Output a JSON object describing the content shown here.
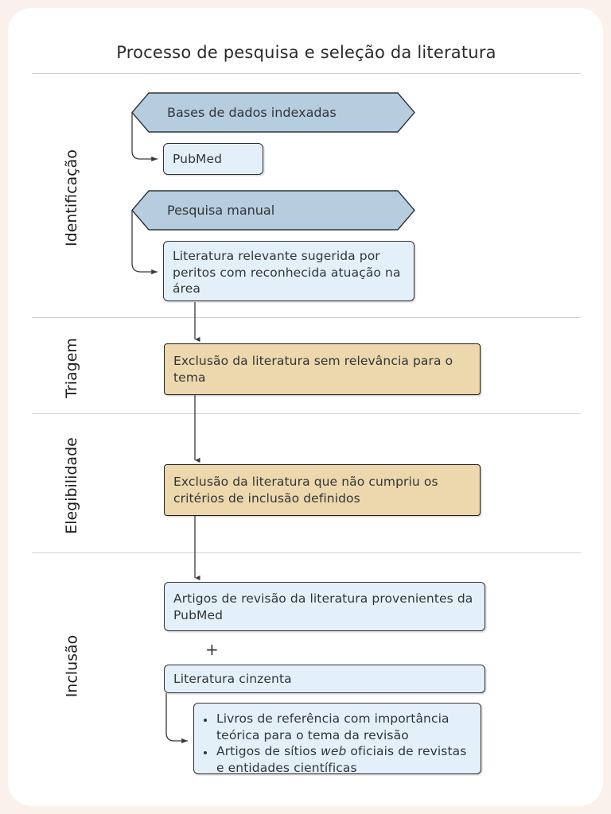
{
  "figure": {
    "title": "Processo de pesquisa e seleção da literatura",
    "plus_symbol": "+"
  },
  "colors": {
    "page_background": "#fbf1ec",
    "card_background": "#ffffff",
    "hexagon_fill": "#b6cddf",
    "blue_box_fill": "#e3f0fa",
    "tan_box_fill": "#ecd8ac",
    "border": "#2f3337",
    "divider": "#d2d2d2",
    "text": "#31353a"
  },
  "stages": [
    {
      "id": "identificacao",
      "label": "Identificação",
      "nodes": [
        {
          "id": "bases-dados",
          "type": "hexagon",
          "text": "Bases de dados indexadas"
        },
        {
          "id": "pubmed",
          "type": "box",
          "text": "PubMed"
        },
        {
          "id": "pesquisa-manual",
          "type": "hexagon",
          "text": "Pesquisa manual"
        },
        {
          "id": "literatura-peritos",
          "type": "box",
          "text": "Literatura relevante sugerida por peritos com reconhecida atuação na área"
        }
      ]
    },
    {
      "id": "triagem",
      "label": "Triagem",
      "nodes": [
        {
          "id": "exclusao-relevancia",
          "type": "box-tan",
          "text": "Exclusão da literatura sem relevância para o tema"
        }
      ]
    },
    {
      "id": "elegibilidade",
      "label": "Elegibilidade",
      "nodes": [
        {
          "id": "exclusao-criterios",
          "type": "box-tan",
          "text": "Exclusão da literatura que não cumpriu os critérios de inclusão definidos"
        }
      ]
    },
    {
      "id": "inclusao",
      "label": "Inclusão",
      "nodes": [
        {
          "id": "artigos-revisao",
          "type": "box",
          "text": "Artigos de revisão da literatura provenientes da PubMed"
        },
        {
          "id": "literatura-cinzenta",
          "type": "box",
          "text": "Literatura cinzenta"
        },
        {
          "id": "literatura-cinzenta-detalhe",
          "type": "box-list",
          "items": [
            {
              "before": "Livros de referência com importância teórica para o tema da revisão",
              "italic": "",
              "after": ""
            },
            {
              "before": "Artigos de sítios ",
              "italic": "web",
              "after": " oficiais de revistas e entidades científicas"
            }
          ]
        }
      ]
    }
  ]
}
